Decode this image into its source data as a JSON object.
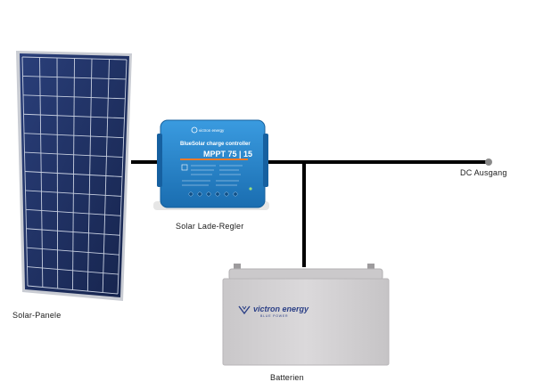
{
  "labels": {
    "solar_panel": "Solar-Panele",
    "controller": "Solar Lade-Regler",
    "dc_output": "DC Ausgang",
    "battery": "Batterien"
  },
  "controller_face": {
    "brand": "victron energy",
    "product_line": "BlueSolar charge controller",
    "model": "MPPT 75 | 15"
  },
  "battery_face": {
    "brand": "victron energy",
    "tagline": "BLUE POWER"
  },
  "colors": {
    "controller_blue": "#1f80c8",
    "battery_body": "#d3d1d3",
    "brand_navy": "#2b3f86",
    "panel_cell": "#1c2f63",
    "wire": "#000000",
    "accent_orange": "#e87a2c"
  }
}
